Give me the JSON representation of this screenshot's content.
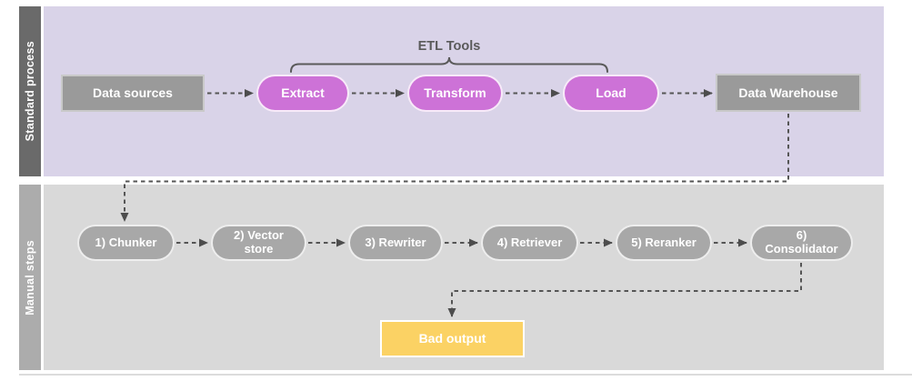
{
  "diagram": {
    "type": "flowchart",
    "lanes": [
      {
        "label": "Standard process"
      },
      {
        "label": "Manual steps"
      }
    ],
    "standard_process": {
      "brace_label": "ETL Tools",
      "nodes": [
        {
          "label": "Data sources",
          "shape": "rectangle",
          "color": "#9a9a9a"
        },
        {
          "label": "Extract",
          "shape": "pill",
          "color": "#cd72d7"
        },
        {
          "label": "Transform",
          "shape": "pill",
          "color": "#cd72d7"
        },
        {
          "label": "Load",
          "shape": "pill",
          "color": "#cd72d7"
        },
        {
          "label": "Data Warehouse",
          "shape": "rectangle",
          "color": "#9a9a9a"
        }
      ]
    },
    "manual_steps": {
      "nodes": [
        {
          "label": "1) Chunker",
          "shape": "pill",
          "color": "#a8a8a8"
        },
        {
          "label": "2) Vector store",
          "shape": "pill",
          "color": "#a8a8a8"
        },
        {
          "label": "3) Rewriter",
          "shape": "pill",
          "color": "#a8a8a8"
        },
        {
          "label": "4) Retriever",
          "shape": "pill",
          "color": "#a8a8a8"
        },
        {
          "label": "5) Reranker",
          "shape": "pill",
          "color": "#a8a8a8"
        },
        {
          "label": "6) Consolidator",
          "shape": "pill",
          "color": "#a8a8a8"
        }
      ],
      "output": {
        "label": "Bad output",
        "shape": "rectangle",
        "color": "#fbd264"
      }
    },
    "edges": [
      {
        "from": "Data sources",
        "to": "Extract",
        "style": "dashed-arrow"
      },
      {
        "from": "Extract",
        "to": "Transform",
        "style": "dashed-arrow"
      },
      {
        "from": "Transform",
        "to": "Load",
        "style": "dashed-arrow"
      },
      {
        "from": "Load",
        "to": "Data Warehouse",
        "style": "dashed-arrow"
      },
      {
        "from": "Data Warehouse",
        "to": "1) Chunker",
        "style": "dashed-arrow-elbow"
      },
      {
        "from": "1) Chunker",
        "to": "2) Vector store",
        "style": "dashed-arrow"
      },
      {
        "from": "2) Vector store",
        "to": "3) Rewriter",
        "style": "dashed-arrow"
      },
      {
        "from": "3) Rewriter",
        "to": "4) Retriever",
        "style": "dashed-arrow"
      },
      {
        "from": "4) Retriever",
        "to": "5) Reranker",
        "style": "dashed-arrow"
      },
      {
        "from": "5) Reranker",
        "to": "6) Consolidator",
        "style": "dashed-arrow"
      },
      {
        "from": "6) Consolidator",
        "to": "Bad output",
        "style": "dashed-arrow-elbow"
      }
    ],
    "colors": {
      "lane1_label_bg": "#6a6a6a",
      "lane1_bg": "#d9d3e8",
      "lane2_label_bg": "#acacac",
      "lane2_bg": "#d9d9d9",
      "magenta_pill": "#cd72d7",
      "gray_box": "#9a9a9a",
      "gray_pill": "#a8a8a8",
      "yellow_box": "#fbd264",
      "connector": "#555555",
      "node_text": "#ffffff",
      "brace_text": "#5a5a5a"
    }
  }
}
